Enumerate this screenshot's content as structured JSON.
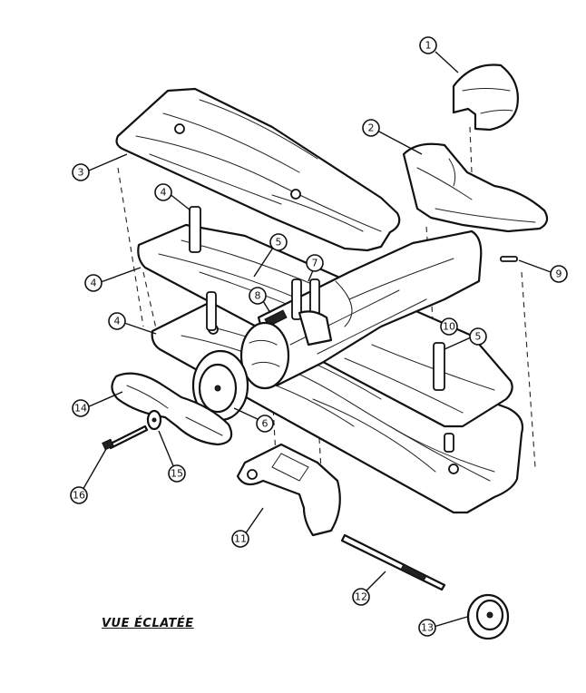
{
  "diagram": {
    "caption": "VUE ÉCLATÉE",
    "callouts": [
      "1",
      "2",
      "3",
      "4",
      "4",
      "4",
      "5",
      "5",
      "6",
      "7",
      "8",
      "9",
      "10",
      "11",
      "12",
      "13",
      "14",
      "15",
      "16"
    ]
  }
}
